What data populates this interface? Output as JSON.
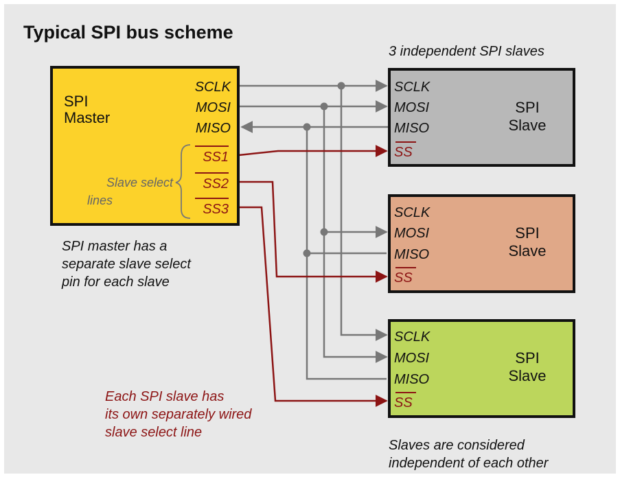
{
  "title": "Typical SPI bus scheme",
  "top_caption": "3 independent SPI slaves",
  "master": {
    "label_line1": "SPI",
    "label_line2": "Master",
    "pins": [
      "SCLK",
      "MOSI",
      "MISO"
    ],
    "ss_pins": [
      "SS1",
      "SS2",
      "SS3"
    ],
    "slave_select_label_line1": "Slave select",
    "slave_select_label_line2": "lines"
  },
  "master_note": [
    "SPI master has a",
    "separate slave select",
    "pin for each slave"
  ],
  "slaves": [
    {
      "label_line1": "SPI",
      "label_line2": "Slave",
      "pins": [
        "SCLK",
        "MOSI",
        "MISO",
        "SS"
      ],
      "color": "#b8b8b8"
    },
    {
      "label_line1": "SPI",
      "label_line2": "Slave",
      "pins": [
        "SCLK",
        "MOSI",
        "MISO",
        "SS"
      ],
      "color": "#e0a888"
    },
    {
      "label_line1": "SPI",
      "label_line2": "Slave",
      "pins": [
        "SCLK",
        "MOSI",
        "MISO",
        "SS"
      ],
      "color": "#bcd65c"
    }
  ],
  "red_note": [
    "Each SPI slave has",
    "its own separately wired",
    "slave select line"
  ],
  "bottom_note": [
    "Slaves are considered",
    "independent of each other"
  ],
  "colors": {
    "background": "#e8e8e8",
    "master_fill": "#fcd22a",
    "shared_line": "#777777",
    "select_line": "#8c1414",
    "text": "#111111",
    "muted_text": "#666666"
  }
}
